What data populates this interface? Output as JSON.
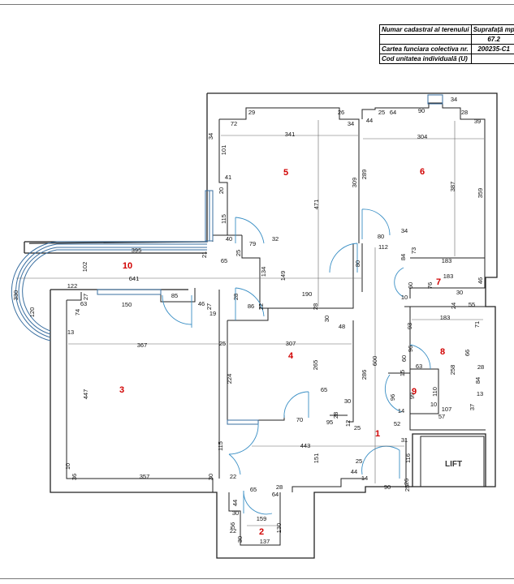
{
  "info_table": {
    "rows": [
      {
        "label": "Numar cadastral al terenului",
        "value": "Suprafață mp"
      },
      {
        "label": "",
        "value": "67.2"
      },
      {
        "label": "Cartea funciara colectiva nr.",
        "value": "200235-C1"
      },
      {
        "label": "Cod unitatea individuală (U)",
        "value": ""
      }
    ]
  },
  "rooms": [
    "1",
    "2",
    "3",
    "4",
    "5",
    "6",
    "7",
    "8",
    "9",
    "10"
  ],
  "lift_label": "LIFT",
  "dimensions": [
    "72",
    "29",
    "26",
    "34",
    "341",
    "34",
    "25",
    "64",
    "90",
    "34",
    "28",
    "44",
    "39",
    "304",
    "101",
    "41",
    "20",
    "115",
    "21",
    "40",
    "79",
    "65",
    "25",
    "32",
    "471",
    "309",
    "289",
    "387",
    "359",
    "34",
    "80",
    "112",
    "84",
    "73",
    "80",
    "183",
    "183",
    "60",
    "76",
    "46",
    "30",
    "55",
    "24",
    "10",
    "395",
    "102",
    "641",
    "134",
    "149",
    "190",
    "28",
    "122",
    "150",
    "85",
    "46",
    "27",
    "19",
    "28",
    "86",
    "22",
    "30",
    "48",
    "74",
    "63",
    "27",
    "13",
    "367",
    "25",
    "307",
    "224",
    "265",
    "286",
    "600",
    "93",
    "183",
    "71",
    "96",
    "60",
    "66",
    "258",
    "28",
    "84",
    "13",
    "37",
    "15",
    "63",
    "96",
    "99",
    "110",
    "10",
    "14",
    "57",
    "107",
    "447",
    "65",
    "28",
    "30",
    "70",
    "95",
    "12",
    "25",
    "52",
    "31",
    "443",
    "115",
    "10",
    "36",
    "357",
    "30",
    "22",
    "151",
    "25",
    "44",
    "14",
    "116",
    "26",
    "90",
    "25",
    "65",
    "28",
    "44",
    "64",
    "30",
    "159",
    "56",
    "130",
    "22",
    "30",
    "137",
    "330",
    "120"
  ]
}
